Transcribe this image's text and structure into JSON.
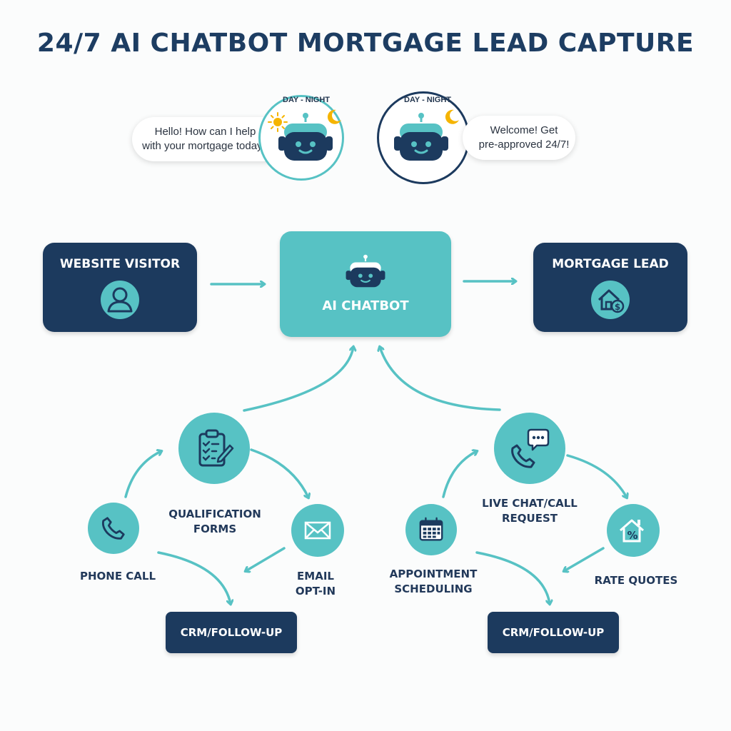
{
  "title": "24/7 AI CHATBOT MORTGAGE LEAD CAPTURE",
  "banner": {
    "left_message": "Hello! How can I help\nwith your mortgage today?",
    "right_message": "Welcome! Get\npre-approved 24/7!",
    "left_badge": "DAY - NIGHT",
    "right_badge": "DAY - NIGHT"
  },
  "flow": {
    "visitor": "WEBSITE VISITOR",
    "chatbot": "AI CHATBOT",
    "lead": "MORTGAGE LEAD"
  },
  "left_cycle": {
    "qualification": "QUALIFICATION\nFORMS",
    "phone": "PHONE CALL",
    "email": "EMAIL\nOPT-IN",
    "crm": "CRM/FOLLOW-UP"
  },
  "right_cycle": {
    "livechat": "LIVE CHAT/CALL\nREQUEST",
    "appointment": "APPOINTMENT\nSCHEDULING",
    "rates": "RATE QUOTES",
    "crm": "CRM/FOLLOW-UP"
  },
  "colors": {
    "navy": "#1c3a5e",
    "teal": "#57c2c4",
    "sun": "#f5b400"
  },
  "icons": [
    "robot-icon",
    "sun-icon",
    "moon-icon",
    "person-icon",
    "house-dollar-icon",
    "clipboard-icon",
    "phone-icon",
    "envelope-icon",
    "chat-phone-icon",
    "calendar-icon",
    "house-percent-icon"
  ]
}
